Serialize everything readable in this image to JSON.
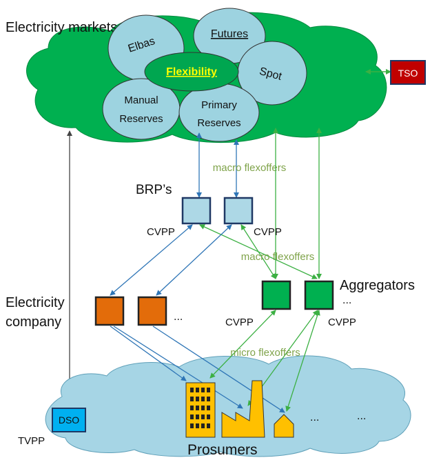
{
  "markets": {
    "title": "Electricity markets",
    "bubbles": {
      "elbas": "Elbas",
      "futures": "Futures",
      "flexibility": "Flexibility",
      "spot": "Spot",
      "manual_line1": "Manual",
      "manual_line2": "Reserves",
      "primary_line1": "Primary",
      "primary_line2": "Reserves"
    }
  },
  "tso": {
    "label": "TSO"
  },
  "brp": {
    "label": "BRP’s",
    "cvpp_left": "CVPP",
    "cvpp_right": "CVPP"
  },
  "aggregators": {
    "label": "Aggregators",
    "ellipsis": "...",
    "cvpp_left": "CVPP",
    "cvpp_right": "CVPP"
  },
  "electricity_company": {
    "line1": "Electricity",
    "line2": "company",
    "ellipsis": "..."
  },
  "flows": {
    "macro_top": "macro flexoffers",
    "macro_mid": "macro flexoffers",
    "micro": "micro flexoffers"
  },
  "prosumers": {
    "label": "Prosumers",
    "ellipsis1": "...",
    "ellipsis2": "..."
  },
  "dso": {
    "label": "DSO",
    "tvpp": "TVPP"
  },
  "colors": {
    "cloud_green": "#00B050",
    "bubble_blue": "#9DD3E0",
    "flex_green": "#00A650",
    "flex_text": "#FFFF00",
    "tso_red": "#C00000",
    "brp_box": "#ADD8E6",
    "aggregator_green": "#00B050",
    "company_orange": "#E36C0A",
    "prosumer_cloud": "#A6D5E5",
    "dso_blue": "#00B0F0",
    "arrow_blue": "#2E75B6",
    "arrow_green": "#4CAF50",
    "label_green": "#7FA34A",
    "building_yellow": "#FFC000"
  }
}
